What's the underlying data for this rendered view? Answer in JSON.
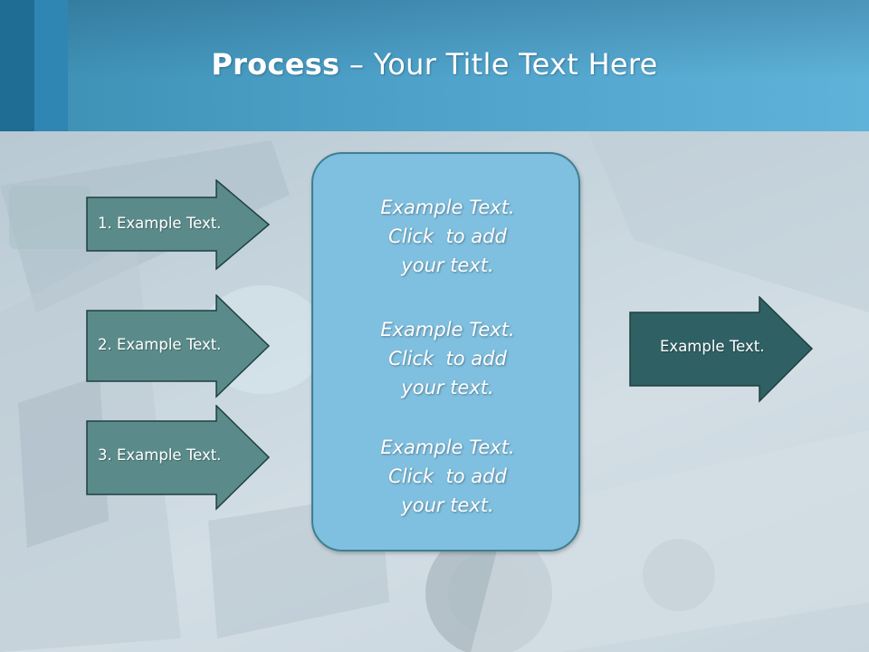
{
  "title": {
    "bold": "Process",
    "rest": " – Your Title Text Here"
  },
  "left_arrows": [
    {
      "label": "1. Example Text."
    },
    {
      "label": "2. Example Text."
    },
    {
      "label": "3. Example Text."
    }
  ],
  "center_blocks": [
    {
      "lines": [
        "Example Text.",
        "Click  to add",
        "your text."
      ]
    },
    {
      "lines": [
        "Example Text.",
        "Click  to add",
        "your text."
      ]
    },
    {
      "lines": [
        "Example Text.",
        "Click  to add",
        "your text."
      ]
    }
  ],
  "right_arrow": {
    "label": "Example Text."
  },
  "colors": {
    "left_arrow_fill": "#5a8b8a",
    "right_arrow_fill": "#2f6064",
    "arrow_stroke": "#1e3f3f",
    "center_fill": "#7fbfdf",
    "header": "#4fa3cb"
  }
}
